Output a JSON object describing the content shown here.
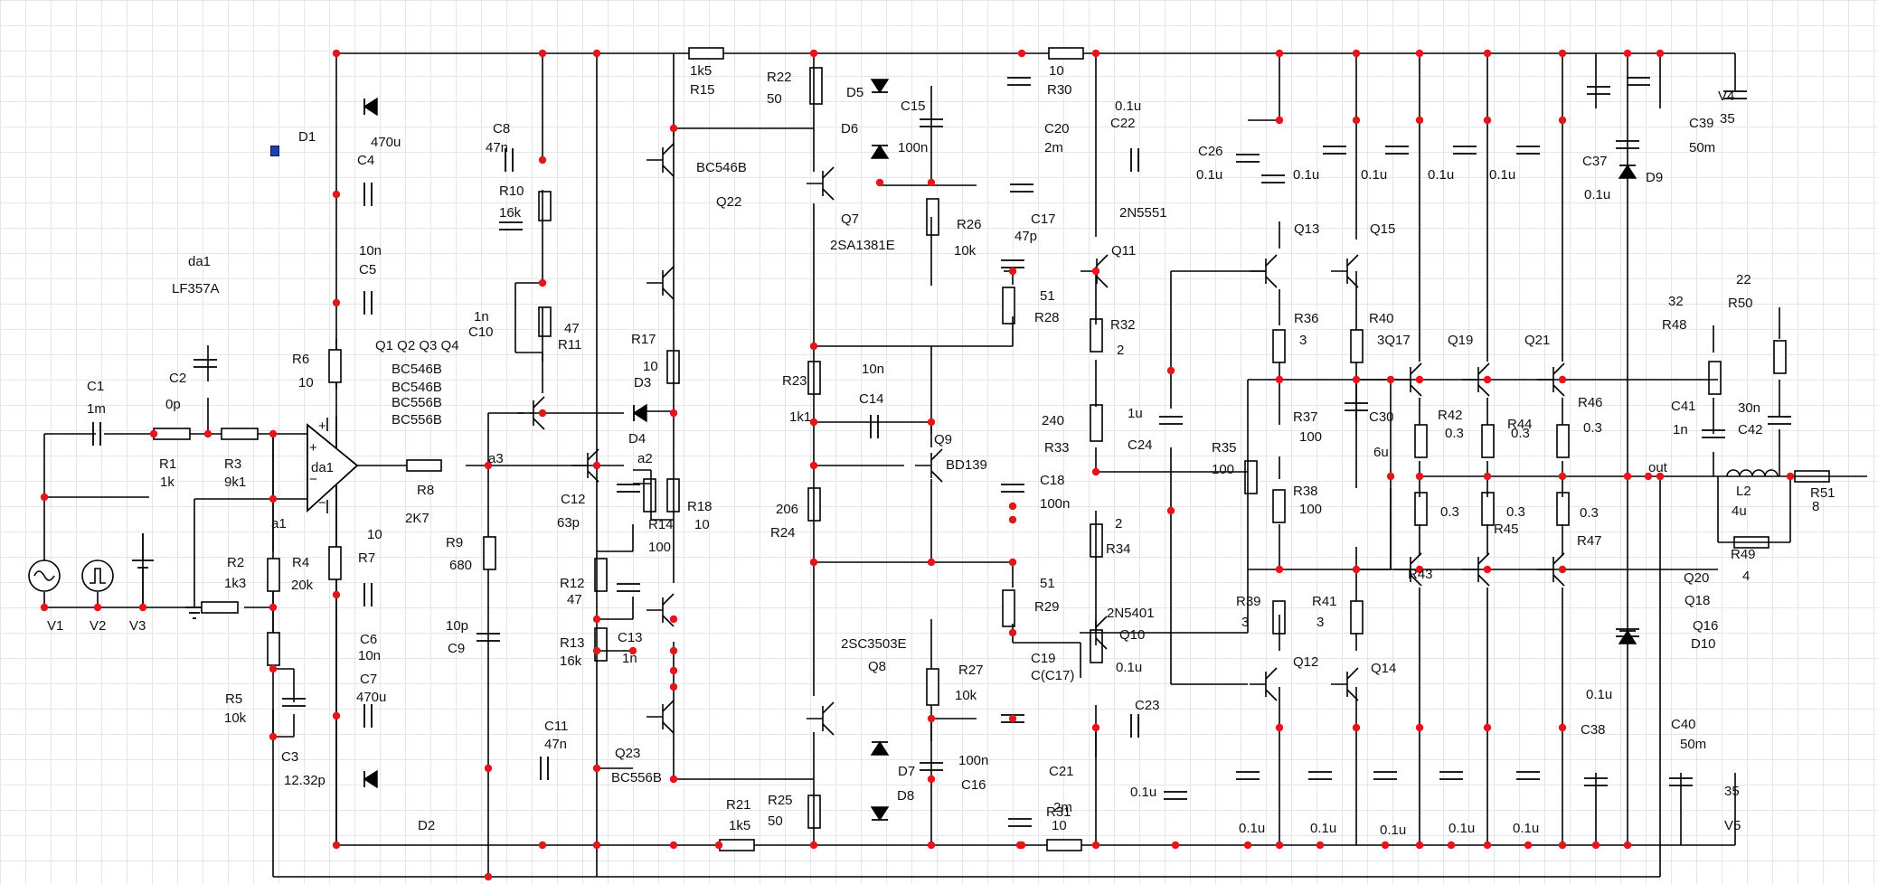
{
  "labels": [
    {
      "id": "D1",
      "text": "D1"
    },
    {
      "id": "C4",
      "text": "C4"
    },
    {
      "id": "C4v",
      "text": "470u"
    },
    {
      "id": "C8",
      "text": "C8"
    },
    {
      "id": "C8v",
      "text": "47n"
    },
    {
      "id": "R10",
      "text": "R10"
    },
    {
      "id": "R10v",
      "text": "16k"
    },
    {
      "id": "R15v",
      "text": "1k5"
    },
    {
      "id": "R15",
      "text": "R15"
    },
    {
      "id": "R22",
      "text": "R22"
    },
    {
      "id": "R22v",
      "text": "50"
    },
    {
      "id": "D5",
      "text": "D5"
    },
    {
      "id": "D6",
      "text": "D6"
    },
    {
      "id": "C15",
      "text": "C15"
    },
    {
      "id": "C15v",
      "text": "100n"
    },
    {
      "id": "BC546B_a",
      "text": "BC546B"
    },
    {
      "id": "Q22",
      "text": "Q22"
    },
    {
      "id": "Q7",
      "text": "Q7"
    },
    {
      "id": "Q7t",
      "text": "2SA1381E"
    },
    {
      "id": "R30v",
      "text": "10"
    },
    {
      "id": "R30",
      "text": "R30"
    },
    {
      "id": "C20",
      "text": "C20"
    },
    {
      "id": "C20v",
      "text": "2m"
    },
    {
      "id": "C22v",
      "text": "0.1u"
    },
    {
      "id": "C22",
      "text": "C22"
    },
    {
      "id": "C26",
      "text": "C26"
    },
    {
      "id": "C26v",
      "text": "0.1u"
    },
    {
      "id": "V4",
      "text": "V4"
    },
    {
      "id": "V4v",
      "text": "35"
    },
    {
      "id": "C39",
      "text": "C39"
    },
    {
      "id": "C39v",
      "text": "50m"
    },
    {
      "id": "C37",
      "text": "C37"
    },
    {
      "id": "C37v",
      "text": "0.1u"
    },
    {
      "id": "D9",
      "text": "D9"
    },
    {
      "id": "c01a",
      "text": "0.1u"
    },
    {
      "id": "c01b",
      "text": "0.1u"
    },
    {
      "id": "c01c",
      "text": "0.1u"
    },
    {
      "id": "c01d",
      "text": "0.1u"
    },
    {
      "id": "C5v",
      "text": "10n"
    },
    {
      "id": "C5",
      "text": "C5"
    },
    {
      "id": "da1",
      "text": "da1"
    },
    {
      "id": "LF357A",
      "text": "LF357A"
    },
    {
      "id": "C1",
      "text": "C1"
    },
    {
      "id": "C1v",
      "text": "1m"
    },
    {
      "id": "C2",
      "text": "C2"
    },
    {
      "id": "C2v",
      "text": "0p"
    },
    {
      "id": "R1",
      "text": "R1"
    },
    {
      "id": "R1v",
      "text": "1k"
    },
    {
      "id": "R3",
      "text": "R3"
    },
    {
      "id": "R3v",
      "text": "9k1"
    },
    {
      "id": "R6",
      "text": "R6"
    },
    {
      "id": "R6v",
      "text": "10"
    },
    {
      "id": "Qlist",
      "text": "Q1 Q2 Q3 Q4"
    },
    {
      "id": "bc1",
      "text": "BC546B"
    },
    {
      "id": "bc2",
      "text": "BC546B"
    },
    {
      "id": "bc3",
      "text": "BC556B"
    },
    {
      "id": "bc4",
      "text": "BC556B"
    },
    {
      "id": "C10v",
      "text": "1n"
    },
    {
      "id": "C10",
      "text": "C10"
    },
    {
      "id": "R11v",
      "text": "47"
    },
    {
      "id": "R11",
      "text": "R11"
    },
    {
      "id": "R17",
      "text": "R17"
    },
    {
      "id": "R17v",
      "text": "10"
    },
    {
      "id": "D3",
      "text": "D3"
    },
    {
      "id": "D4",
      "text": "D4"
    },
    {
      "id": "R23",
      "text": "R23"
    },
    {
      "id": "R23v",
      "text": "1k1"
    },
    {
      "id": "C14v",
      "text": "10n"
    },
    {
      "id": "C14",
      "text": "C14"
    },
    {
      "id": "Q9",
      "text": "Q9"
    },
    {
      "id": "BD139",
      "text": "BD139"
    },
    {
      "id": "R26",
      "text": "R26"
    },
    {
      "id": "R26v",
      "text": "10k"
    },
    {
      "id": "C17",
      "text": "C17"
    },
    {
      "id": "C17v",
      "text": "47p"
    },
    {
      "id": "R28v",
      "text": "51"
    },
    {
      "id": "R28",
      "text": "R28"
    },
    {
      "id": "Q11",
      "text": "Q11"
    },
    {
      "id": "Q11t",
      "text": "2N5551"
    },
    {
      "id": "R32",
      "text": "R32"
    },
    {
      "id": "R32v",
      "text": "2"
    },
    {
      "id": "Q13",
      "text": "Q13"
    },
    {
      "id": "Q15",
      "text": "Q15"
    },
    {
      "id": "R36",
      "text": "R36"
    },
    {
      "id": "R36v",
      "text": "3"
    },
    {
      "id": "R40",
      "text": "R40"
    },
    {
      "id": "Q17",
      "text": "3Q17"
    },
    {
      "id": "Q19",
      "text": "Q19"
    },
    {
      "id": "Q21",
      "text": "Q21"
    },
    {
      "id": "R48v",
      "text": "32"
    },
    {
      "id": "R48",
      "text": "R48"
    },
    {
      "id": "R50v",
      "text": "22"
    },
    {
      "id": "R50",
      "text": "R50"
    },
    {
      "id": "da1b",
      "text": "da1"
    },
    {
      "id": "R8",
      "text": "R8"
    },
    {
      "id": "R8v",
      "text": "2K7"
    },
    {
      "id": "a3",
      "text": "a3"
    },
    {
      "id": "a2",
      "text": "a2"
    },
    {
      "id": "C12",
      "text": "C12"
    },
    {
      "id": "C12v",
      "text": "63p"
    },
    {
      "id": "R14",
      "text": "R14"
    },
    {
      "id": "R14v",
      "text": "100"
    },
    {
      "id": "R18",
      "text": "R18"
    },
    {
      "id": "R18v",
      "text": "10"
    },
    {
      "id": "R24v",
      "text": "206"
    },
    {
      "id": "R24",
      "text": "R24"
    },
    {
      "id": "R33v",
      "text": "240"
    },
    {
      "id": "R33",
      "text": "R33"
    },
    {
      "id": "C18",
      "text": "C18"
    },
    {
      "id": "C18v",
      "text": "100n"
    },
    {
      "id": "C24v",
      "text": "1u"
    },
    {
      "id": "C24",
      "text": "C24"
    },
    {
      "id": "R35",
      "text": "R35"
    },
    {
      "id": "R35v",
      "text": "100"
    },
    {
      "id": "R37",
      "text": "R37"
    },
    {
      "id": "R37v",
      "text": "100"
    },
    {
      "id": "R38",
      "text": "R38"
    },
    {
      "id": "R38v",
      "text": "100"
    },
    {
      "id": "C30",
      "text": "C30"
    },
    {
      "id": "C30v",
      "text": "6u"
    },
    {
      "id": "R42",
      "text": "R42"
    },
    {
      "id": "R42v",
      "text": "0.3"
    },
    {
      "id": "R44",
      "text": "R44"
    },
    {
      "id": "R44v",
      "text": "0.3"
    },
    {
      "id": "R46",
      "text": "R46"
    },
    {
      "id": "R46v",
      "text": "0.3"
    },
    {
      "id": "C41",
      "text": "C41"
    },
    {
      "id": "C41v",
      "text": "1n"
    },
    {
      "id": "C42v",
      "text": "30n"
    },
    {
      "id": "C42",
      "text": "C42"
    },
    {
      "id": "out",
      "text": "out"
    },
    {
      "id": "L2",
      "text": "L2"
    },
    {
      "id": "L2v",
      "text": "4u"
    },
    {
      "id": "R51",
      "text": "R51"
    },
    {
      "id": "R51v",
      "text": "8"
    },
    {
      "id": "R49",
      "text": "R49"
    },
    {
      "id": "R49v",
      "text": "4"
    },
    {
      "id": "a1",
      "text": "a1"
    },
    {
      "id": "R7v",
      "text": "10"
    },
    {
      "id": "R7",
      "text": "R7"
    },
    {
      "id": "R9",
      "text": "R9"
    },
    {
      "id": "R9v",
      "text": "680"
    },
    {
      "id": "R2",
      "text": "R2"
    },
    {
      "id": "R2v",
      "text": "1k3"
    },
    {
      "id": "R4",
      "text": "R4"
    },
    {
      "id": "R4v",
      "text": "20k"
    },
    {
      "id": "V1",
      "text": "V1"
    },
    {
      "id": "V2",
      "text": "V2"
    },
    {
      "id": "V3",
      "text": "V3"
    },
    {
      "id": "R12",
      "text": "R12"
    },
    {
      "id": "R12v",
      "text": "47"
    },
    {
      "id": "R13",
      "text": "R13"
    },
    {
      "id": "R13v",
      "text": "16k"
    },
    {
      "id": "C13",
      "text": "C13"
    },
    {
      "id": "C13v",
      "text": "1n"
    },
    {
      "id": "C6",
      "text": "C6"
    },
    {
      "id": "C6v",
      "text": "10n"
    },
    {
      "id": "C7",
      "text": "C7"
    },
    {
      "id": "C7v",
      "text": "470u"
    },
    {
      "id": "C9v",
      "text": "10p"
    },
    {
      "id": "C9",
      "text": "C9"
    },
    {
      "id": "R29v",
      "text": "51"
    },
    {
      "id": "R29",
      "text": "R29"
    },
    {
      "id": "R34v",
      "text": "2"
    },
    {
      "id": "R34",
      "text": "R34"
    },
    {
      "id": "Q10t",
      "text": "2N5401"
    },
    {
      "id": "Q10",
      "text": "Q10"
    },
    {
      "id": "Q8t",
      "text": "2SC3503E"
    },
    {
      "id": "Q8",
      "text": "Q8"
    },
    {
      "id": "C19",
      "text": "C19"
    },
    {
      "id": "C19v",
      "text": "C(C17)"
    },
    {
      "id": "R27",
      "text": "R27"
    },
    {
      "id": "R27v",
      "text": "10k"
    },
    {
      "id": "R39",
      "text": "R39"
    },
    {
      "id": "R39v",
      "text": "3"
    },
    {
      "id": "R41",
      "text": "R41"
    },
    {
      "id": "R41v",
      "text": "3"
    },
    {
      "id": "Q12",
      "text": "Q12"
    },
    {
      "id": "Q14",
      "text": "Q14"
    },
    {
      "id": "R43",
      "text": "R43"
    },
    {
      "id": "R43v",
      "text": "0.3"
    },
    {
      "id": "R45",
      "text": "R45"
    },
    {
      "id": "R45v",
      "text": "0.3"
    },
    {
      "id": "R47",
      "text": "R47"
    },
    {
      "id": "R47v",
      "text": "0.3"
    },
    {
      "id": "Q20",
      "text": "Q20"
    },
    {
      "id": "Q18",
      "text": "Q18"
    },
    {
      "id": "Q16",
      "text": "Q16"
    },
    {
      "id": "D10",
      "text": "D10"
    },
    {
      "id": "R5",
      "text": "R5"
    },
    {
      "id": "R5v",
      "text": "10k"
    },
    {
      "id": "C3",
      "text": "C3"
    },
    {
      "id": "C3v",
      "text": "12.32p"
    },
    {
      "id": "C11",
      "text": "C11"
    },
    {
      "id": "C11v",
      "text": "47n"
    },
    {
      "id": "Q23",
      "text": "Q23"
    },
    {
      "id": "BC556B_q23",
      "text": "BC556B"
    },
    {
      "id": "D7",
      "text": "D7"
    },
    {
      "id": "D8",
      "text": "D8"
    },
    {
      "id": "C16v",
      "text": "100n"
    },
    {
      "id": "C16",
      "text": "C16"
    },
    {
      "id": "C21",
      "text": "C21"
    },
    {
      "id": "C21v",
      "text": "2m"
    },
    {
      "id": "R31",
      "text": "R31"
    },
    {
      "id": "R31v",
      "text": "10"
    },
    {
      "id": "C19v2",
      "text": "0.1u"
    },
    {
      "id": "C23",
      "text": "C23"
    },
    {
      "id": "C23v",
      "text": "0.1u"
    },
    {
      "id": "e1",
      "text": "0.1u"
    },
    {
      "id": "e2",
      "text": "0.1u"
    },
    {
      "id": "e3",
      "text": "0.1u"
    },
    {
      "id": "e4",
      "text": "0.1u"
    },
    {
      "id": "e5",
      "text": "0.1u"
    },
    {
      "id": "C38",
      "text": "C38"
    },
    {
      "id": "C38v",
      "text": "0.1u"
    },
    {
      "id": "C40",
      "text": "C40"
    },
    {
      "id": "C40v",
      "text": "50m"
    },
    {
      "id": "V5v",
      "text": "35"
    },
    {
      "id": "V5",
      "text": "V5"
    },
    {
      "id": "D2",
      "text": "D2"
    },
    {
      "id": "R21",
      "text": "R21"
    },
    {
      "id": "R21v",
      "text": "1k5"
    },
    {
      "id": "R25",
      "text": "R25"
    },
    {
      "id": "R25v",
      "text": "50"
    },
    {
      "id": "sign_plus1",
      "text": "+"
    },
    {
      "id": "sign_minus1",
      "text": "−"
    },
    {
      "id": "sign_plus2",
      "text": "+"
    },
    {
      "id": "sign_minus2",
      "text": "−"
    }
  ]
}
